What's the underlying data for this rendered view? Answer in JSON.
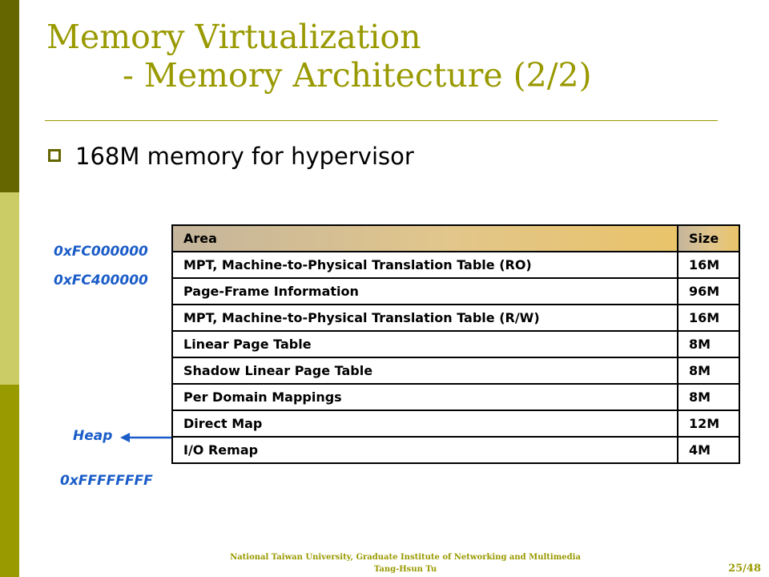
{
  "slide": {
    "title_line1": "Memory Virtualization",
    "title_line2": "- Memory Architecture (2/2)",
    "bullet": "168M memory for hypervisor"
  },
  "table": {
    "headers": [
      "Area",
      "Size"
    ],
    "rows": [
      [
        "MPT, Machine-to-Physical Translation Table (RO)",
        "16M"
      ],
      [
        "Page-Frame Information",
        "96M"
      ],
      [
        "MPT, Machine-to-Physical Translation Table (R/W)",
        "16M"
      ],
      [
        "Linear Page Table",
        "8M"
      ],
      [
        "Shadow Linear Page Table",
        "8M"
      ],
      [
        "Per Domain Mappings",
        "8M"
      ],
      [
        "Direct Map",
        "12M"
      ],
      [
        "I/O Remap",
        "4M"
      ]
    ]
  },
  "addresses": {
    "start": "0xFC000000",
    "second": "0xFC400000",
    "heap": "Heap",
    "end": "0xFFFFFFFF"
  },
  "footer": {
    "line1": "National Taiwan University, Graduate Institute of Networking and Multimedia",
    "line2": "Tang-Hsun Tu",
    "page": "25/48"
  },
  "colors": {
    "title": "#999900",
    "sidebar_dark": "#666600",
    "sidebar_light": "#cccc66",
    "sidebar_mid": "#999900",
    "address_blue": "#1a5cc8"
  },
  "icons": {
    "bullet": "hollow-square-icon",
    "heap_pointer": "arrow-left-icon"
  }
}
